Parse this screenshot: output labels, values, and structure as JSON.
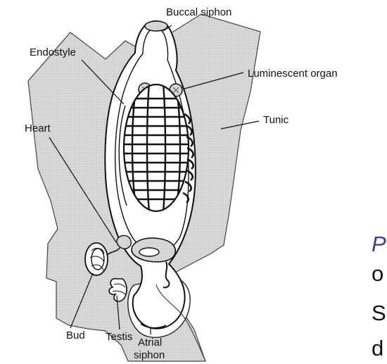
{
  "diagram": {
    "labels": {
      "buccal_siphon": "Buccal siphon",
      "endostyle": "Endostyle",
      "luminescent_organ": "Luminescent organ",
      "tunic": "Tunic",
      "heart": "Heart",
      "bud": "Bud",
      "testis": "Testis",
      "atrial_siphon_line1": "Atrial",
      "atrial_siphon_line2": "siphon"
    },
    "cropped_text": {
      "line1": "P",
      "line2": "o",
      "line3": "S",
      "line4": "d"
    },
    "colors": {
      "tunic_fill": "#d9d9d9",
      "stroke": "#111111",
      "accent_text": "#3a3aa8"
    }
  }
}
